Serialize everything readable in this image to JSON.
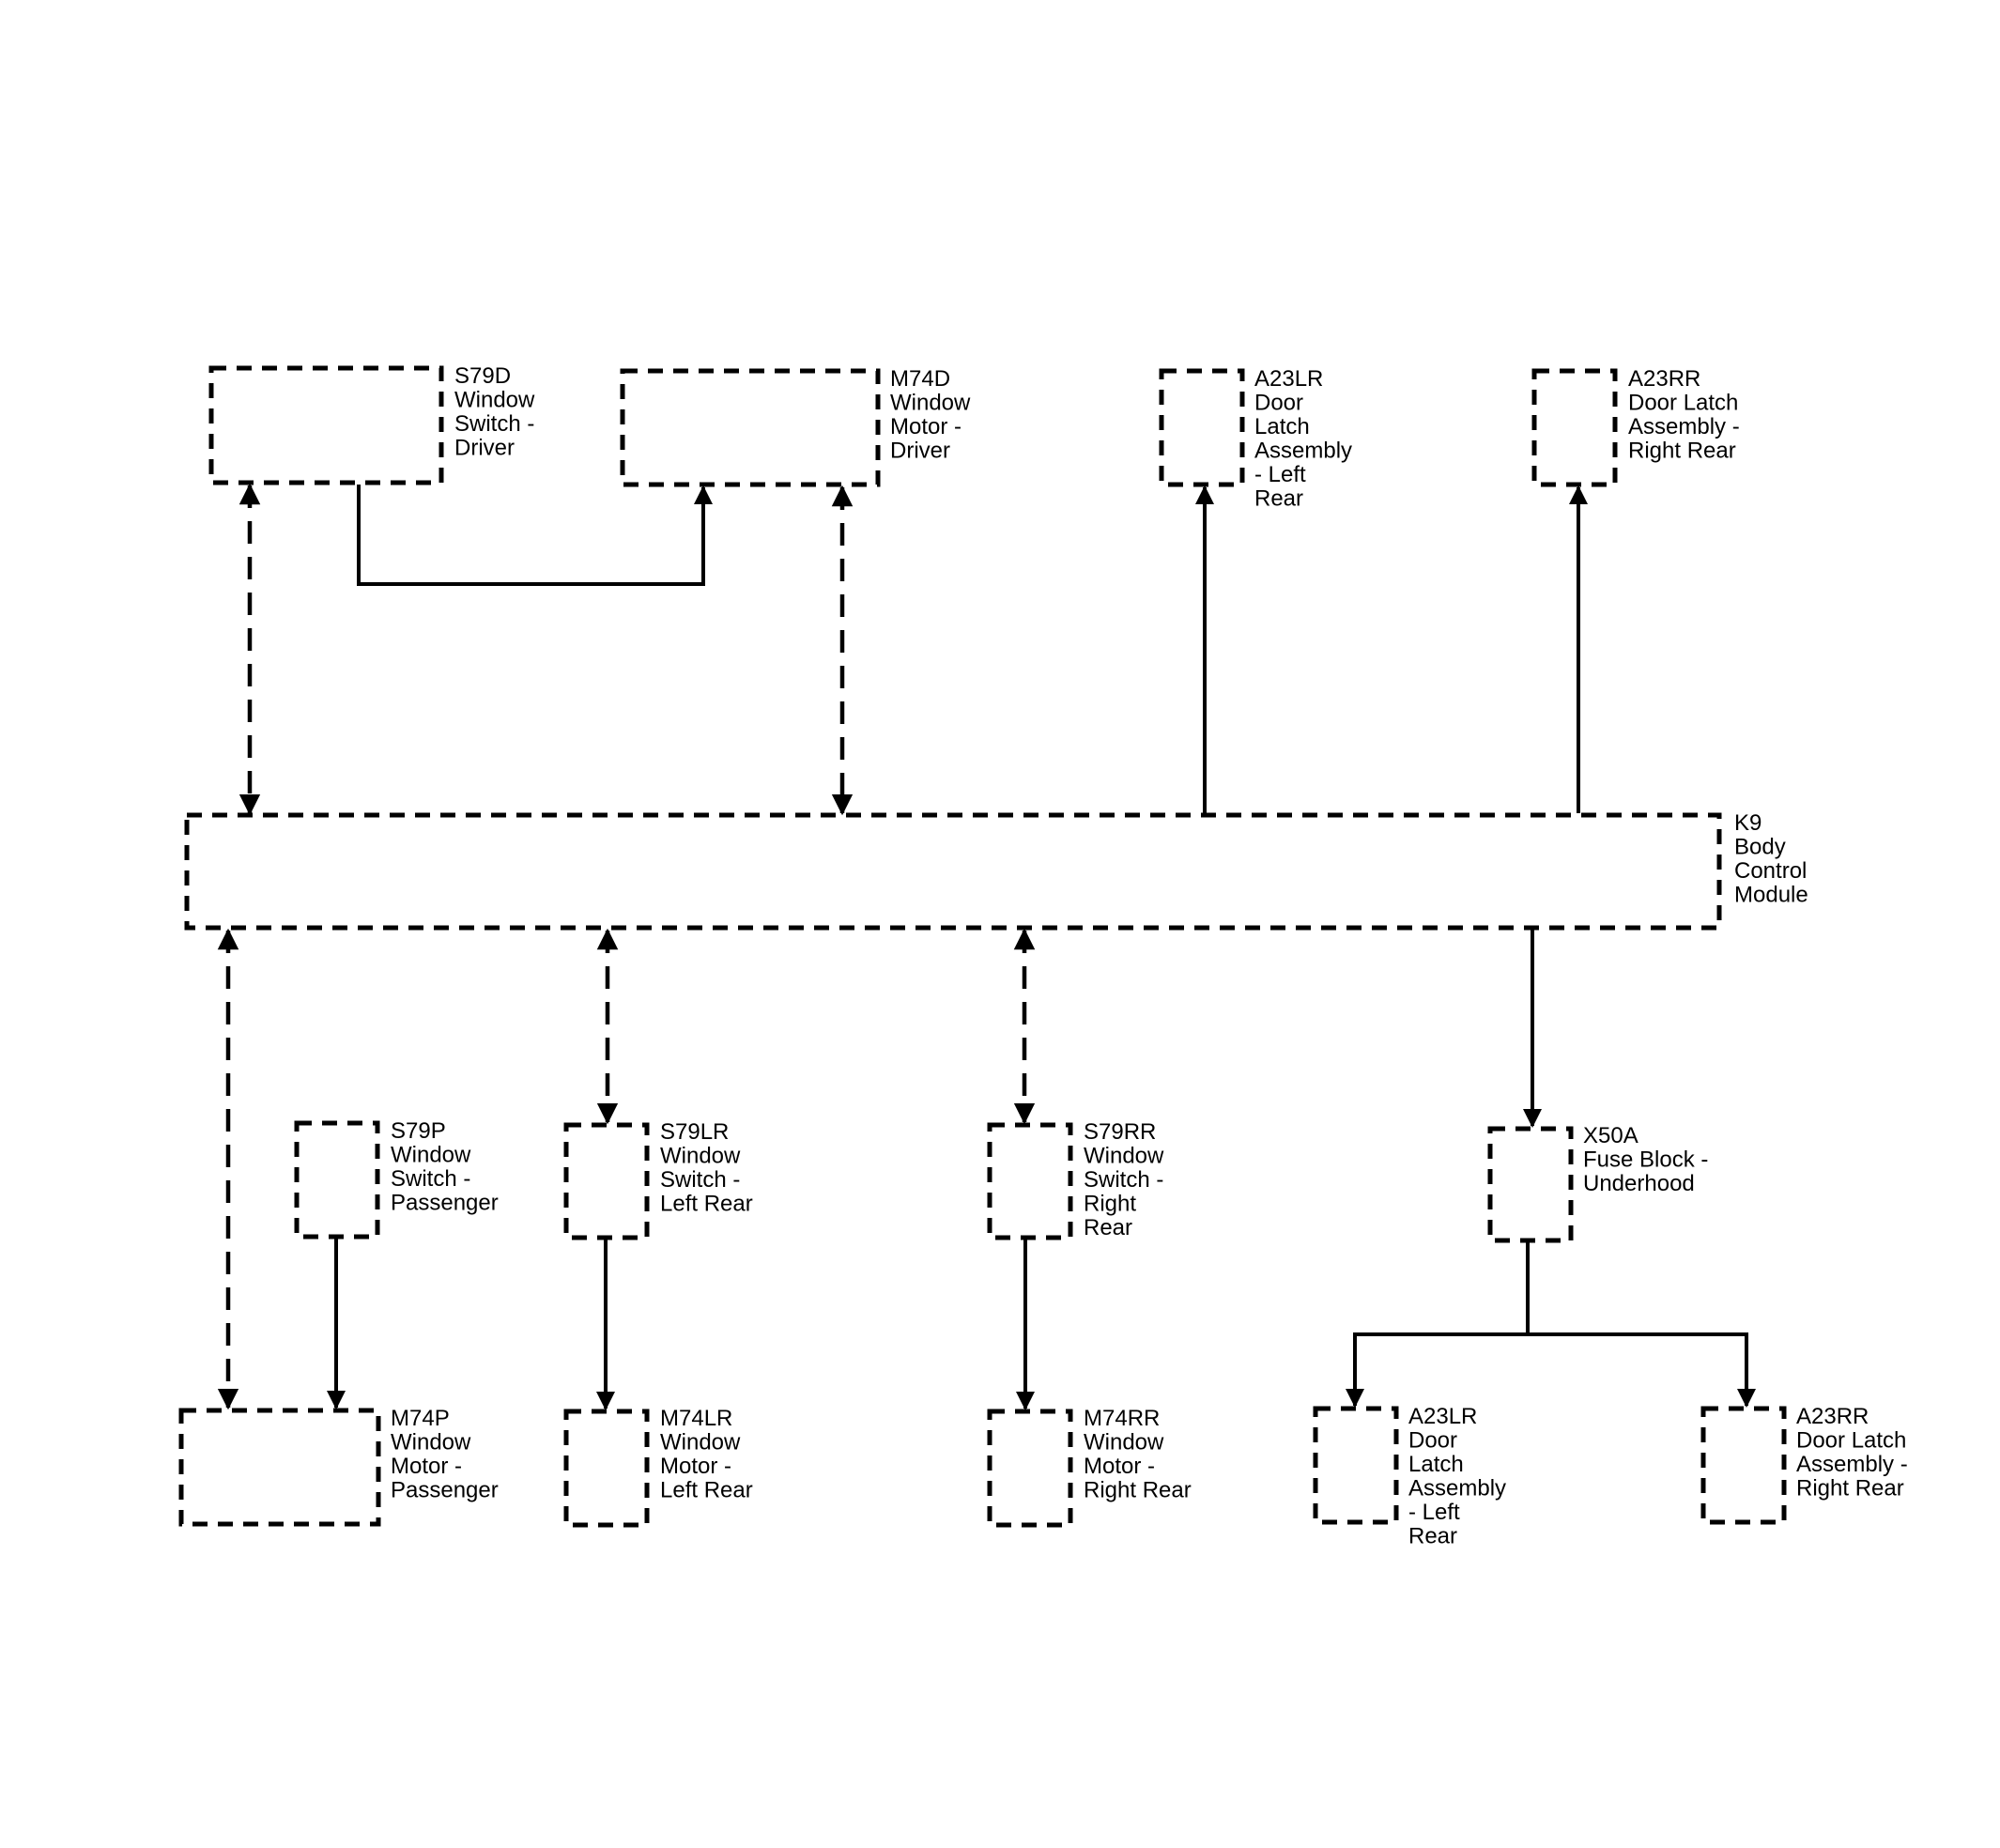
{
  "components": {
    "s79d": [
      "S79D",
      "Window",
      "Switch -",
      "Driver"
    ],
    "m74d": [
      "M74D",
      "Window",
      "Motor -",
      "Driver"
    ],
    "a23lr_top": [
      "A23LR",
      "Door",
      "Latch",
      "Assembly",
      "- Left",
      "Rear"
    ],
    "a23rr_top": [
      "A23RR",
      "Door Latch",
      "Assembly -",
      "Right Rear"
    ],
    "k9": [
      "K9",
      "Body",
      "Control",
      "Module"
    ],
    "s79p": [
      "S79P",
      "Window",
      "Switch -",
      "Passenger"
    ],
    "s79lr": [
      "S79LR",
      "Window",
      "Switch -",
      "Left Rear"
    ],
    "s79rr": [
      "S79RR",
      "Window",
      "Switch -",
      "Right",
      "Rear"
    ],
    "x50a": [
      "X50A",
      "Fuse Block -",
      "Underhood"
    ],
    "m74p": [
      "M74P",
      "Window",
      "Motor -",
      "Passenger"
    ],
    "m74lr": [
      "M74LR",
      "Window",
      "Motor -",
      "Left Rear"
    ],
    "m74rr": [
      "M74RR",
      "Window",
      "Motor -",
      "Right Rear"
    ],
    "a23lr_bot": [
      "A23LR",
      "Door",
      "Latch",
      "Assembly",
      "- Left",
      "Rear"
    ],
    "a23rr_bot": [
      "A23RR",
      "Door Latch",
      "Assembly -",
      "Right Rear"
    ]
  }
}
